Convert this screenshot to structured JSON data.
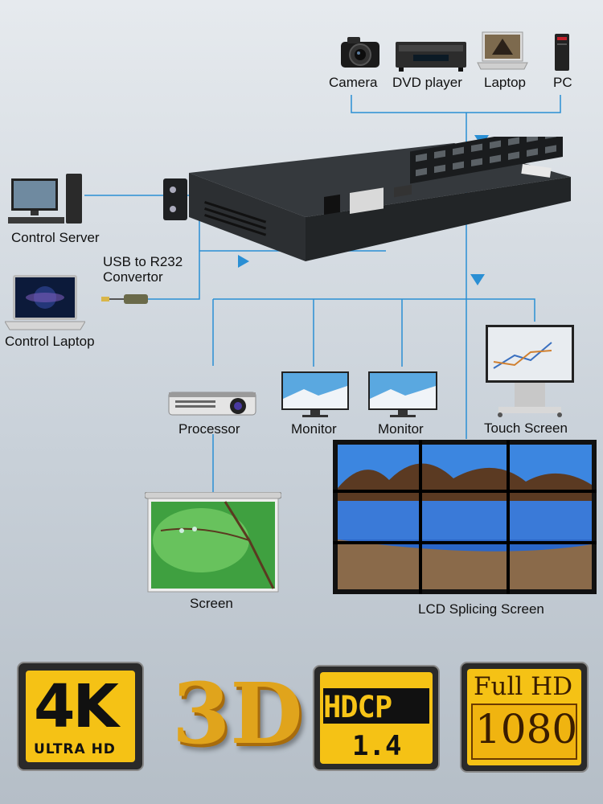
{
  "sources": {
    "camera": "Camera",
    "dvd": "DVD player",
    "laptop": "Laptop",
    "pc": "PC"
  },
  "control": {
    "server": "Control Server",
    "converter_line1": "USB to R232",
    "converter_line2": "Convertor",
    "laptop": "Control Laptop"
  },
  "outputs": {
    "processor": "Processor",
    "monitor1": "Monitor",
    "monitor2": "Monitor",
    "touch_screen": "Touch Screen",
    "screen": "Screen",
    "lcd_splicing": "LCD Splicing Screen"
  },
  "badges": {
    "k4_big": "4K",
    "k4_small": "ULTRA HD",
    "three_d": "3D",
    "hdcp_top": "HDCP",
    "hdcp_bottom": "1.4",
    "fullhd_top": "Full HD",
    "fullhd_bottom": "1080"
  },
  "colors": {
    "line": "#2a8fd4",
    "background": "#d3d9df",
    "badge_gold": "#f7c417"
  }
}
